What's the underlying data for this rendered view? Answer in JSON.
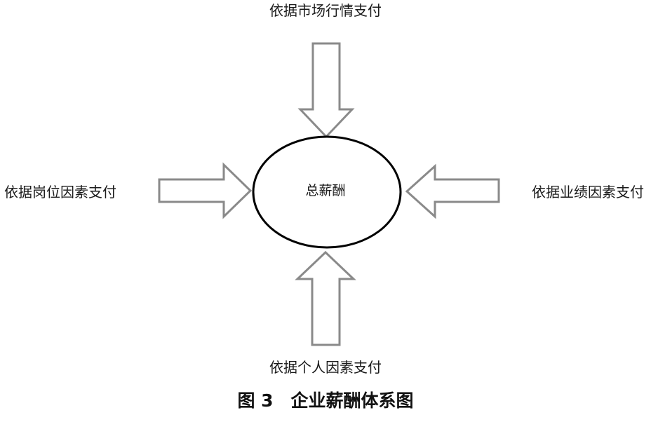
{
  "diagram": {
    "center_label": "总薪酬",
    "inputs": {
      "top": "依据市场行情支付",
      "left": "依据岗位因素支付",
      "right": "依据业绩因素支付",
      "bottom": "依据个人因素支付"
    },
    "caption": "图 3　企业薪酬体系图",
    "colors": {
      "arrow_stroke": "#8a8a8a",
      "ellipse_stroke": "#000000",
      "text": "#1a1a1a"
    }
  }
}
